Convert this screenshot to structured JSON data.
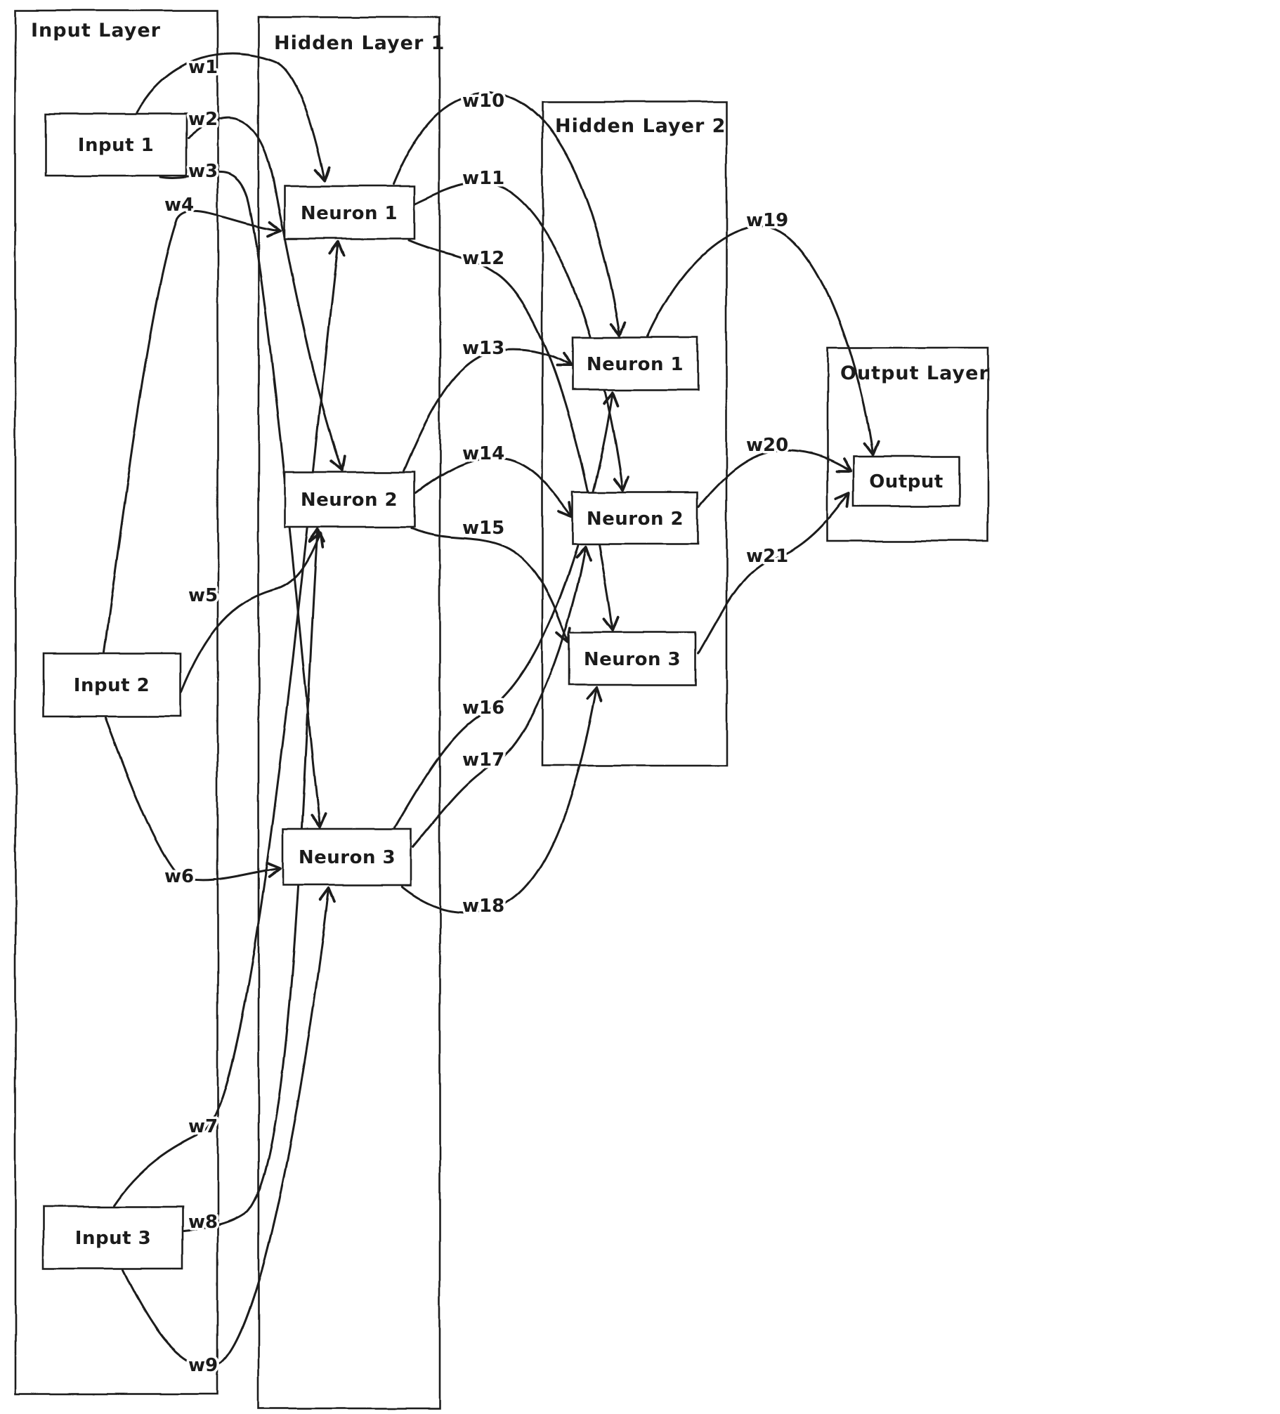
{
  "layers": {
    "input": {
      "title": "Input Layer",
      "nodes": [
        "Input 1",
        "Input 2",
        "Input 3"
      ]
    },
    "hidden1": {
      "title": "Hidden Layer 1",
      "nodes": [
        "Neuron 1",
        "Neuron 2",
        "Neuron 3"
      ]
    },
    "hidden2": {
      "title": "Hidden Layer 2",
      "nodes": [
        "Neuron 1",
        "Neuron 2",
        "Neuron 3"
      ]
    },
    "output": {
      "title": "Output Layer",
      "nodes": [
        "Output"
      ]
    }
  },
  "edges": [
    {
      "weight": "w1",
      "from": "input-1",
      "to": "h1-neuron-1"
    },
    {
      "weight": "w2",
      "from": "input-1",
      "to": "h1-neuron-2"
    },
    {
      "weight": "w3",
      "from": "input-1",
      "to": "h1-neuron-3"
    },
    {
      "weight": "w4",
      "from": "input-2",
      "to": "h1-neuron-1"
    },
    {
      "weight": "w5",
      "from": "input-2",
      "to": "h1-neuron-2"
    },
    {
      "weight": "w6",
      "from": "input-2",
      "to": "h1-neuron-3"
    },
    {
      "weight": "w7",
      "from": "input-3",
      "to": "h1-neuron-1"
    },
    {
      "weight": "w8",
      "from": "input-3",
      "to": "h1-neuron-2"
    },
    {
      "weight": "w9",
      "from": "input-3",
      "to": "h1-neuron-3"
    },
    {
      "weight": "w10",
      "from": "h1-neuron-1",
      "to": "h2-neuron-1"
    },
    {
      "weight": "w11",
      "from": "h1-neuron-1",
      "to": "h2-neuron-2"
    },
    {
      "weight": "w12",
      "from": "h1-neuron-1",
      "to": "h2-neuron-3"
    },
    {
      "weight": "w13",
      "from": "h1-neuron-2",
      "to": "h2-neuron-1"
    },
    {
      "weight": "w14",
      "from": "h1-neuron-2",
      "to": "h2-neuron-2"
    },
    {
      "weight": "w15",
      "from": "h1-neuron-2",
      "to": "h2-neuron-3"
    },
    {
      "weight": "w16",
      "from": "h1-neuron-3",
      "to": "h2-neuron-1"
    },
    {
      "weight": "w17",
      "from": "h1-neuron-3",
      "to": "h2-neuron-2"
    },
    {
      "weight": "w18",
      "from": "h1-neuron-3",
      "to": "h2-neuron-3"
    },
    {
      "weight": "w19",
      "from": "h2-neuron-1",
      "to": "output"
    },
    {
      "weight": "w20",
      "from": "h2-neuron-2",
      "to": "output"
    },
    {
      "weight": "w21",
      "from": "h2-neuron-3",
      "to": "output"
    }
  ],
  "colors": {
    "ink": "#1b1b1b",
    "background": "#ffffff"
  }
}
